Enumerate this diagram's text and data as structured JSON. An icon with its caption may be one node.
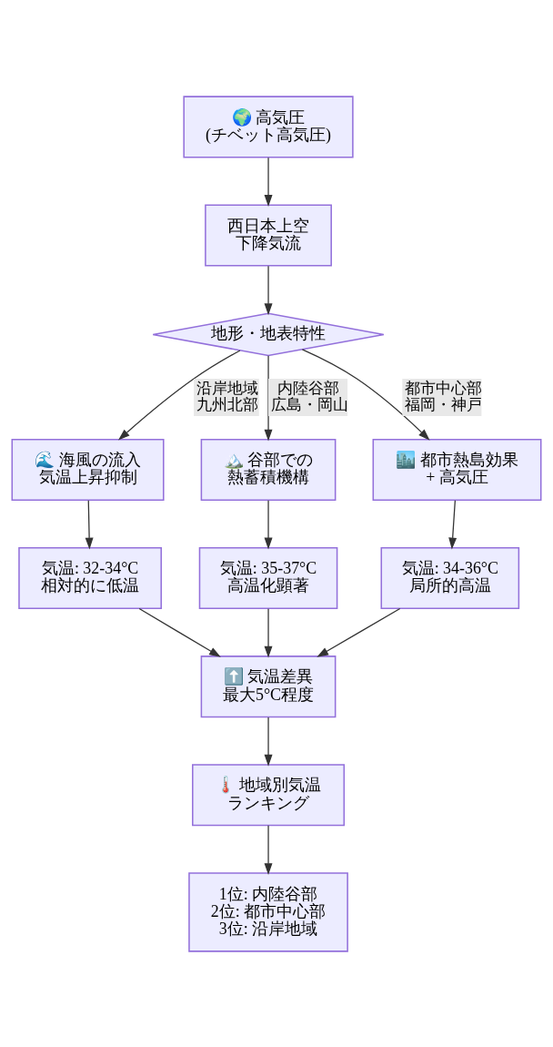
{
  "diagram": {
    "nodes": [
      {
        "text": [
          "🌍 高気圧",
          "(チベット高気圧)"
        ]
      },
      {
        "text": [
          "西日本上空",
          "下降気流"
        ]
      },
      {
        "text": [
          "地形・地表特性"
        ]
      },
      {
        "text": [
          "🌊 海風の流入",
          "気温上昇抑制"
        ]
      },
      {
        "text": [
          "🏔️ 谷部での",
          "熱蓄積機構"
        ]
      },
      {
        "text": [
          "🏙️ 都市熱島効果",
          "+ 高気圧"
        ]
      },
      {
        "text": [
          "気温: 32-34°C",
          "相対的に低温"
        ]
      },
      {
        "text": [
          "気温: 35-37°C",
          "高温化顕著"
        ]
      },
      {
        "text": [
          "気温: 34-36°C",
          "局所的高温"
        ]
      },
      {
        "text": [
          "⬆️ 気温差異",
          "最大5°C程度"
        ]
      },
      {
        "text": [
          "🌡️ 地域別気温",
          "ランキング"
        ]
      },
      {
        "text": [
          "1位: 内陸谷部",
          "2位: 都市中心部",
          "3位: 沿岸地域"
        ]
      }
    ],
    "edges": [
      {
        "from": 0,
        "to": 1,
        "arrow": "to"
      },
      {
        "from": 1,
        "to": 2,
        "arrow": "to"
      },
      {
        "from": 2,
        "to": 3,
        "arrow": "to",
        "label": "沿岸地域九州北部"
      },
      {
        "from": 2,
        "to": 4,
        "arrow": "to",
        "label": "内陸谷部広島・岡山"
      },
      {
        "from": 2,
        "to": 5,
        "arrow": "to",
        "label": "都市中心部福岡・神戸"
      },
      {
        "from": 3,
        "to": 6,
        "arrow": "to"
      },
      {
        "from": 4,
        "to": 7,
        "arrow": "to"
      },
      {
        "from": 5,
        "to": 8,
        "arrow": "to"
      },
      {
        "from": 6,
        "to": 9,
        "arrow": "to"
      },
      {
        "from": 7,
        "to": 9,
        "arrow": "to"
      },
      {
        "from": 8,
        "to": 9,
        "arrow": "to"
      },
      {
        "from": 9,
        "to": 10,
        "arrow": "to"
      },
      {
        "from": 10,
        "to": 11,
        "arrow": "to"
      }
    ]
  }
}
